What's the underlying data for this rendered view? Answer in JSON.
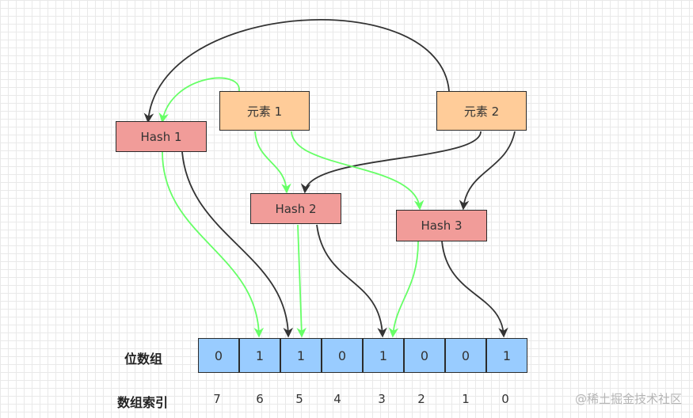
{
  "elements": [
    {
      "id": "element-1",
      "label": "元素 1"
    },
    {
      "id": "element-2",
      "label": "元素 2"
    }
  ],
  "hashes": [
    {
      "id": "hash-1",
      "label": "Hash 1"
    },
    {
      "id": "hash-2",
      "label": "Hash 2"
    },
    {
      "id": "hash-3",
      "label": "Hash 3"
    }
  ],
  "bit_array": {
    "label": "位数组",
    "values": [
      "0",
      "1",
      "1",
      "0",
      "1",
      "0",
      "0",
      "1"
    ]
  },
  "index_row": {
    "label": "数组索引",
    "values": [
      "7",
      "6",
      "5",
      "4",
      "3",
      "2",
      "1",
      "0"
    ]
  },
  "colors": {
    "element_fill": "#ffcc99",
    "hash_fill": "#f19c99",
    "cell_fill": "#99ccff",
    "element1_arrow": "#66ff66",
    "element2_arrow": "#333333"
  },
  "watermark": "@稀土掘金技术社区"
}
